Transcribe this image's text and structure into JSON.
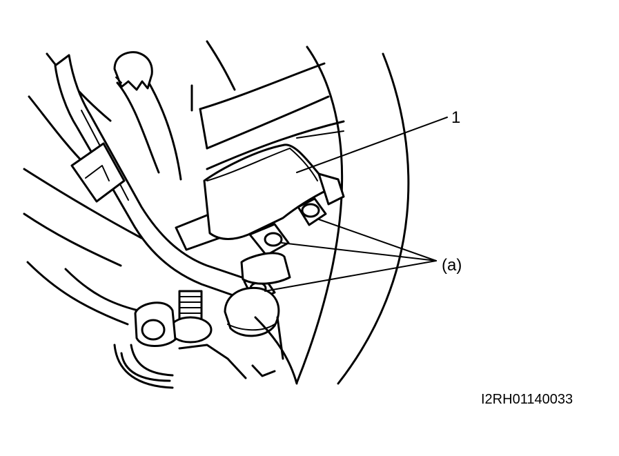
{
  "callouts": {
    "part_1": "1",
    "bolts_a": "(a)"
  },
  "figure_code": "I2RH01140033",
  "colors": {
    "line": "#000000",
    "background": "#ffffff"
  }
}
